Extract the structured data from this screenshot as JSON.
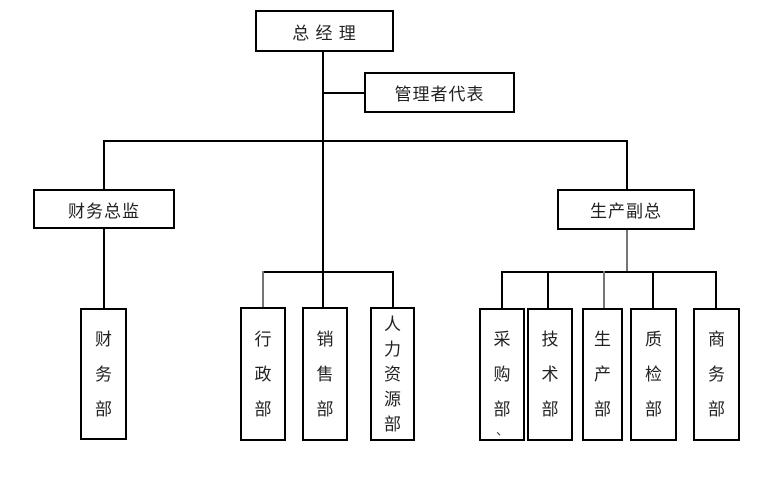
{
  "diagram": {
    "type": "org-chart",
    "nodes": {
      "general_manager": {
        "label": "总 经 理"
      },
      "management_rep": {
        "label": "管理者代表"
      },
      "finance_director": {
        "label": "财务总监"
      },
      "production_vp": {
        "label": "生产副总"
      },
      "finance_dept": {
        "label": "财务部"
      },
      "admin_dept": {
        "label": "行政部"
      },
      "sales_dept": {
        "label": "销售部"
      },
      "hr_dept": {
        "label": "人力资源部"
      },
      "purchasing_dept": {
        "label": "采购部",
        "stray_mark": "、"
      },
      "tech_dept": {
        "label": "技术部"
      },
      "production_dept": {
        "label": "生产部"
      },
      "qc_dept": {
        "label": "质检部"
      },
      "commerce_dept": {
        "label": "商务部"
      }
    },
    "hierarchy": [
      {
        "parent": "general_manager",
        "children": [
          "management_rep",
          "finance_director",
          "admin_dept",
          "sales_dept",
          "hr_dept",
          "production_vp"
        ]
      },
      {
        "parent": "finance_director",
        "children": [
          "finance_dept"
        ]
      },
      {
        "parent": "production_vp",
        "children": [
          "purchasing_dept",
          "tech_dept",
          "production_dept",
          "qc_dept",
          "commerce_dept"
        ]
      }
    ],
    "colors": {
      "line": "#000000",
      "line_secondary": "#757575",
      "background": "#ffffff",
      "text": "#222222"
    }
  }
}
